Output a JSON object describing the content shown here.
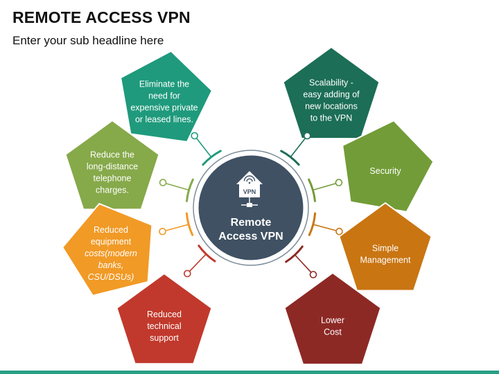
{
  "header": {
    "title": "REMOTE ACCESS VPN",
    "subtitle": "Enter your sub headline here"
  },
  "center": {
    "badge": "VPN",
    "label_lines": [
      "Remote",
      "Access VPN"
    ],
    "icon": "house-wifi-network-icon",
    "color": "#3f5163"
  },
  "items": [
    {
      "id": "eliminate-leased-lines",
      "lines": [
        "Eliminate the",
        "need for",
        "expensive private",
        "or leased lines."
      ],
      "color": "#1f9a7c",
      "italic": []
    },
    {
      "id": "reduce-telephone-charges",
      "lines": [
        "Reduce the",
        "long-distance",
        "telephone",
        "charges."
      ],
      "color": "#86a94a",
      "italic": []
    },
    {
      "id": "reduced-equipment-costs",
      "lines": [
        "Reduced",
        "equipment",
        "costs(modern",
        "banks,",
        "CSU/DSUs)"
      ],
      "color": "#f19a26",
      "italic": [
        2,
        3,
        4
      ]
    },
    {
      "id": "reduced-technical-support",
      "lines": [
        "Reduced",
        "technical",
        "support"
      ],
      "color": "#c1392c",
      "italic": []
    },
    {
      "id": "scalability",
      "lines": [
        "Scalability -",
        "easy adding of",
        "new locations",
        "to the VPN"
      ],
      "color": "#1c6e56",
      "italic": []
    },
    {
      "id": "security",
      "lines": [
        "Security"
      ],
      "color": "#729c38",
      "italic": []
    },
    {
      "id": "simple-management",
      "lines": [
        "Simple",
        "Management"
      ],
      "color": "#c97512",
      "italic": []
    },
    {
      "id": "lower-cost",
      "lines": [
        "Lower",
        "Cost"
      ],
      "color": "#8d2925",
      "italic": []
    }
  ]
}
